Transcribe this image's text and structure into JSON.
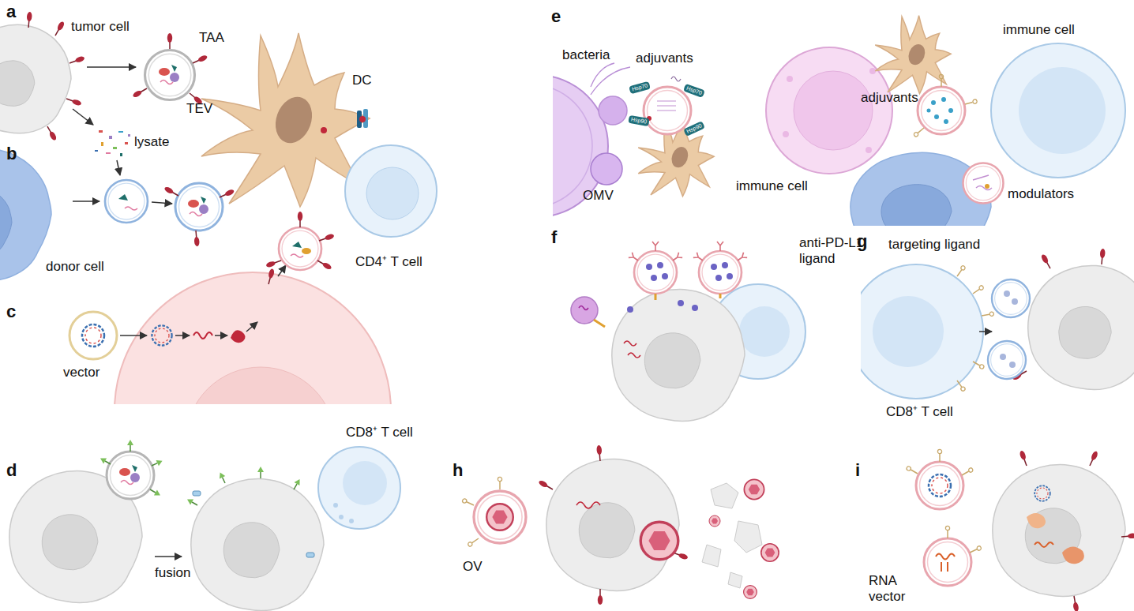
{
  "diagram": {
    "nodes": [
      {
        "text": [
          "Hsp70"
        ]
      },
      {
        "text": [
          "Hsp70"
        ]
      },
      {
        "text": [
          "Hsp90"
        ]
      },
      {
        "text": [
          "Hsp90"
        ]
      }
    ],
    "labels": [
      "a",
      "tumor cell",
      "TAA",
      "TEV",
      "DC",
      "b",
      "lysate",
      "donor cell",
      "CD4⁺ T cell",
      "c",
      "vector",
      "d",
      "fusion",
      "CD8⁺ T cell",
      "e",
      "bacteria",
      "adjuvants",
      "OMV",
      "immune cell",
      "immune cell",
      "adjuvants",
      "modulators",
      "f",
      "anti-PD-L1 ligand",
      "g",
      "targeting ligand",
      "CD8⁺ T cell",
      "h",
      "OV",
      "i",
      "RNA vector"
    ]
  }
}
